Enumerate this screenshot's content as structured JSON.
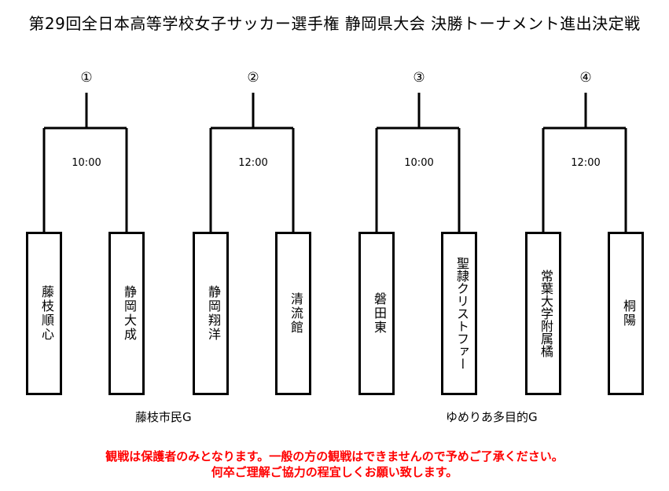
{
  "title": "第29回全日本高等学校女子サッカー選手権 静岡県大会 決勝トーナメント進出決定戦",
  "brackets": [
    {
      "number": "①",
      "time": "10:00",
      "left_team": "藤枝順心",
      "right_team": "静岡大成"
    },
    {
      "number": "②",
      "time": "12:00",
      "left_team": "静岡翔洋",
      "right_team": "清流館"
    },
    {
      "number": "③",
      "time": "10:00",
      "left_team": "磐田東",
      "right_team": "聖隷クリストファー"
    },
    {
      "number": "④",
      "time": "12:00",
      "left_team": "常葉大学附属橘",
      "right_team": "桐陽"
    }
  ],
  "venues": [
    "藤枝市民G",
    "ゆめりあ多目的G"
  ],
  "notice": {
    "line1": "観戦は保護者のみとなります。一般の方の観戦はできませんので予めご了承ください。",
    "line2": "何卒ご理解ご協力の程宜しくお願い致します。"
  },
  "colors": {
    "notice": "#ff0000",
    "lines": "#000000"
  }
}
